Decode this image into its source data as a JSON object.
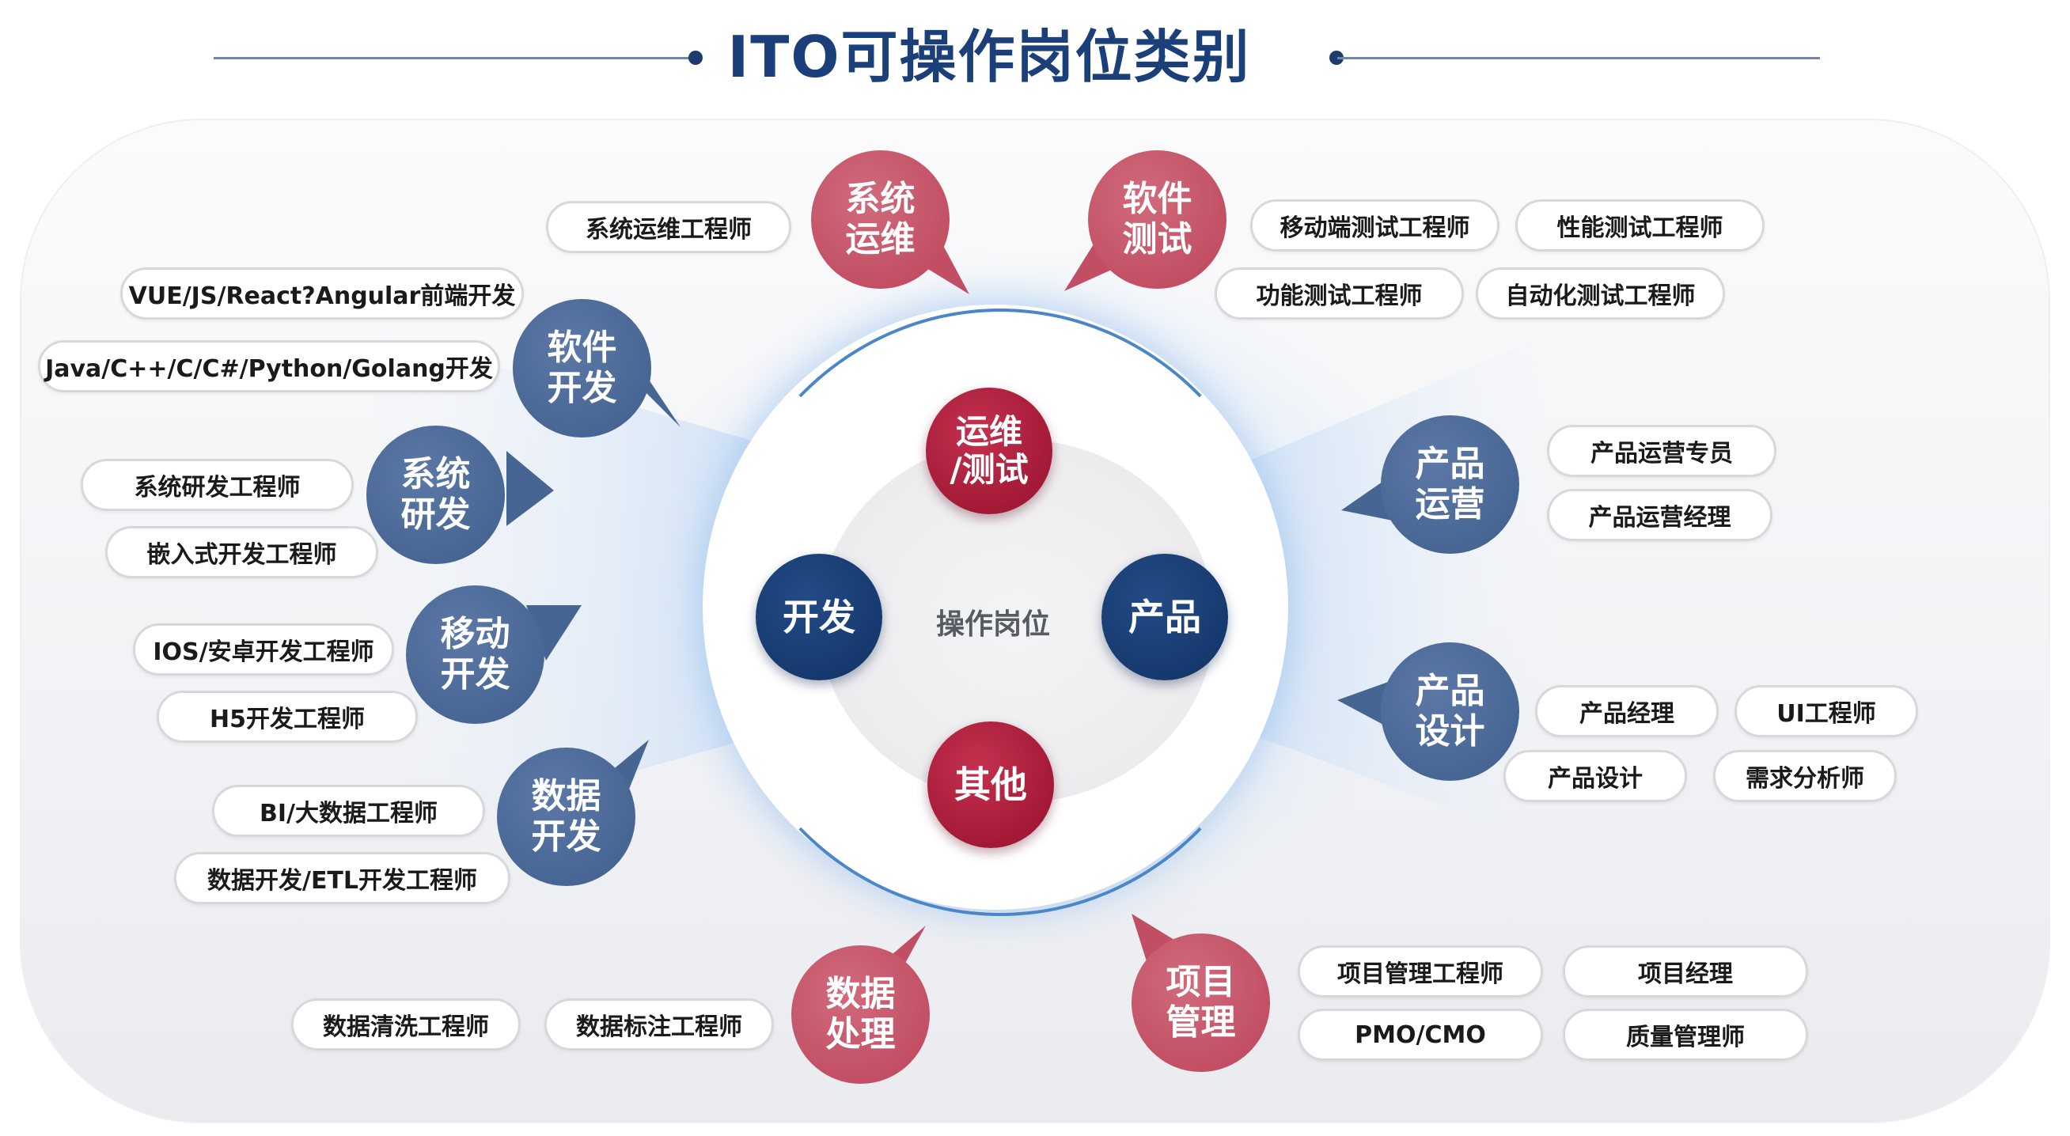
{
  "title": "ITO可操作岗位类别",
  "center_label": "操作岗位",
  "core": {
    "ops": "运维\n/测试",
    "dev": "开发",
    "product": "产品",
    "other": "其他"
  },
  "categories": {
    "sys_ops": "系统\n运维",
    "sw_test": "软件\n测试",
    "sw_dev": "软件\n开发",
    "sys_dev": "系统\n研发",
    "mobile_dev": "移动\n开发",
    "data_dev": "数据\n开发",
    "data_proc": "数据\n处理",
    "proj_mgmt": "项目\n管理",
    "prod_ops": "产品\n运营",
    "prod_design": "产品\n设计"
  },
  "roles": {
    "sys_ops": [
      "系统运维工程师"
    ],
    "sw_test": [
      "移动端测试工程师",
      "性能测试工程师",
      "功能测试工程师",
      "自动化测试工程师"
    ],
    "sw_dev": [
      "VUE/JS/React?Angular前端开发",
      "Java/C++/C/C#/Python/Golang开发"
    ],
    "sys_dev": [
      "系统研发工程师",
      "嵌入式开发工程师"
    ],
    "mobile_dev": [
      "IOS/安卓开发工程师",
      "H5开发工程师"
    ],
    "data_dev": [
      "BI/大数据工程师",
      "数据开发/ETL开发工程师"
    ],
    "data_proc": [
      "数据清洗工程师",
      "数据标注工程师"
    ],
    "proj_mgmt": [
      "项目管理工程师",
      "项目经理",
      "PMO/CMO",
      "质量管理师"
    ],
    "prod_ops": [
      "产品运营专员",
      "产品运营经理"
    ],
    "prod_design": [
      "产品经理",
      "UI工程师",
      "产品设计",
      "需求分析师"
    ]
  },
  "colors": {
    "title": "#1b3f79",
    "core_red": "#a41a36",
    "core_navy": "#163a6f",
    "cat_pink": "#c24e63",
    "cat_steel": "#476593"
  }
}
